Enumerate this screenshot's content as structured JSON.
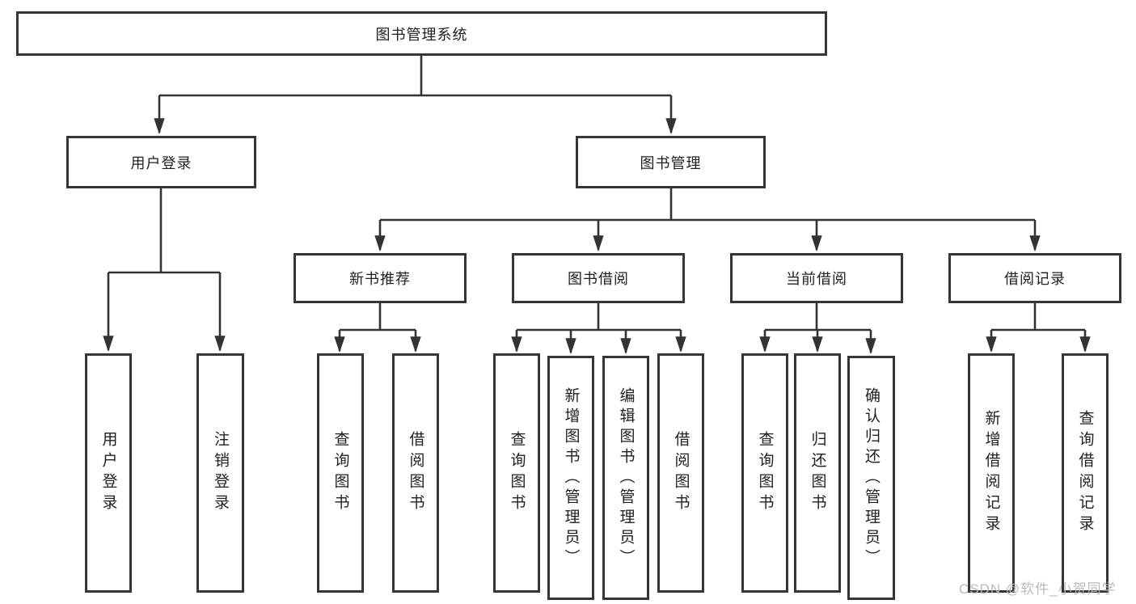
{
  "tree": {
    "root": {
      "label": "图书管理系统"
    },
    "branches": [
      {
        "label": "用户登录",
        "children": [
          {
            "label": "用户登录"
          },
          {
            "label": "注销登录"
          }
        ]
      },
      {
        "label": "图书管理",
        "children": [
          {
            "label": "新书推荐",
            "children": [
              {
                "label": "查询图书"
              },
              {
                "label": "借阅图书"
              }
            ]
          },
          {
            "label": "图书借阅",
            "children": [
              {
                "label": "查询图书"
              },
              {
                "label": "新增图书（管理员）"
              },
              {
                "label": "编辑图书（管理员）"
              },
              {
                "label": "借阅图书"
              }
            ]
          },
          {
            "label": "当前借阅",
            "children": [
              {
                "label": "查询图书"
              },
              {
                "label": "归还图书"
              },
              {
                "label": "确认归还（管理员）"
              }
            ]
          },
          {
            "label": "借阅记录",
            "children": [
              {
                "label": "新增借阅记录"
              },
              {
                "label": "查询借阅记录"
              }
            ]
          }
        ]
      }
    ]
  },
  "watermark": {
    "text": "CSDN @软件_小贺同学"
  },
  "colors": {
    "line": "#333333",
    "border": "#363636",
    "text": "#1f1f1f",
    "watermark": "#b9b9bf",
    "background": "#ffffff"
  }
}
